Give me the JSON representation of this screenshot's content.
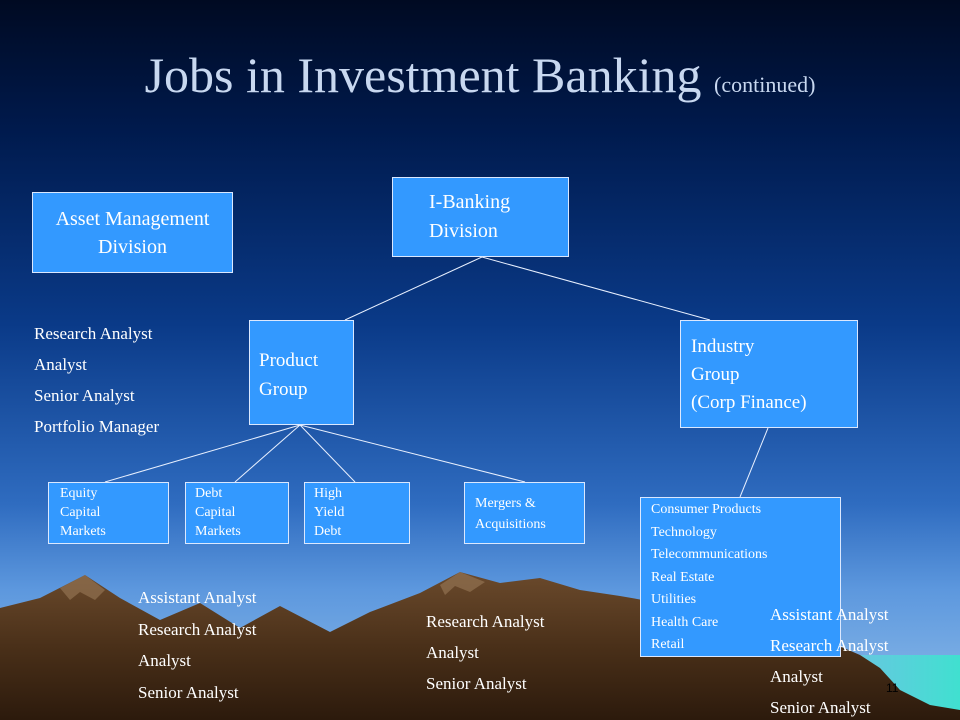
{
  "slide": {
    "title": "Jobs in Investment Banking",
    "title_suffix": "(continued)",
    "page_number": "11"
  },
  "boxes": {
    "asset_management": "Asset Management\nDivision",
    "ibanking": "I-Banking\n Division",
    "product_group": "Product\nGroup",
    "industry_group": "Industry\nGroup\n(Corp Finance)",
    "equity": "Equity\nCapital\nMarkets",
    "debt": "Debt\nCapital\nMarkets",
    "high_yield": "High\nYield\nDebt",
    "mergers": "Mergers &\nAcquisitions",
    "industries": "Consumer Products\nTechnology\nTelecommunications\nReal Estate\nUtilities\nHealth Care\nRetail"
  },
  "lists": {
    "asset_management_jobs": [
      "Research Analyst",
      "Analyst",
      "Senior Analyst",
      "Portfolio Manager"
    ],
    "capital_markets_jobs": [
      "Assistant Analyst",
      "Research Analyst",
      "Analyst",
      "Senior Analyst"
    ],
    "mergers_jobs": [
      "Research Analyst",
      "Analyst",
      "Senior Analyst"
    ],
    "industry_jobs": [
      "Assistant Analyst",
      "Research Analyst",
      "Analyst",
      "Senior Analyst"
    ]
  },
  "colors": {
    "box_fill": "#3399ff",
    "title": "#c8d8f0",
    "text": "#ffffff",
    "connector": "#e8f0ff"
  }
}
